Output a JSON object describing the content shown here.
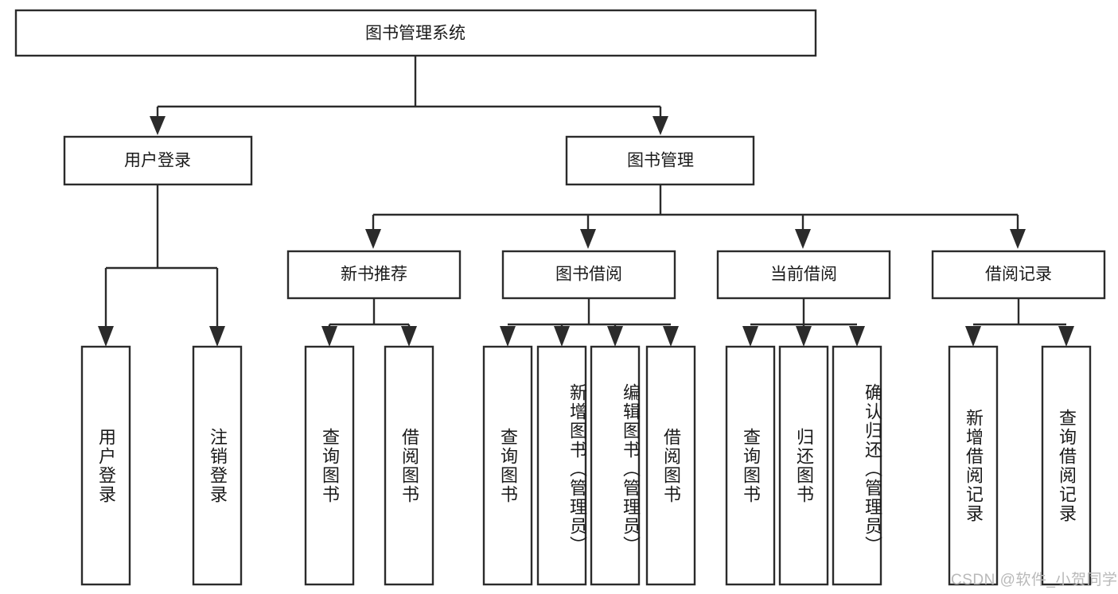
{
  "diagram": {
    "title": "图书管理系统",
    "type": "tree-hierarchy-chart",
    "accent_color": "#2b2b2b",
    "background_color": "#ffffff",
    "root": {
      "label": "图书管理系统",
      "name": "node-root-library-management-system"
    },
    "level2": [
      {
        "label": "用户登录",
        "name": "node-user-login"
      },
      {
        "label": "图书管理",
        "name": "node-book-management"
      }
    ],
    "level3": [
      {
        "label": "新书推荐",
        "name": "node-new-book-recommend"
      },
      {
        "label": "图书借阅",
        "name": "node-book-borrow"
      },
      {
        "label": "当前借阅",
        "name": "node-current-borrow"
      },
      {
        "label": "借阅记录",
        "name": "node-borrow-record"
      }
    ],
    "leaves": {
      "user_login": [
        {
          "label": "用户登录",
          "name": "leaf-user-login"
        },
        {
          "label": "注销登录",
          "name": "leaf-logout"
        }
      ],
      "new_book_recommend": [
        {
          "label": "查询图书",
          "name": "leaf-query-book-1"
        },
        {
          "label": "借阅图书",
          "name": "leaf-borrow-book-1"
        }
      ],
      "book_borrow": [
        {
          "label": "查询图书",
          "name": "leaf-query-book-2"
        },
        {
          "label": "新增图书（管理员）",
          "name": "leaf-add-book-admin"
        },
        {
          "label": "编辑图书（管理员）",
          "name": "leaf-edit-book-admin"
        },
        {
          "label": "借阅图书",
          "name": "leaf-borrow-book-2"
        }
      ],
      "current_borrow": [
        {
          "label": "查询图书",
          "name": "leaf-query-book-3"
        },
        {
          "label": "归还图书",
          "name": "leaf-return-book"
        },
        {
          "label": "确认归还（管理员）",
          "name": "leaf-confirm-return-admin"
        }
      ],
      "borrow_record": [
        {
          "label": "新增借阅记录",
          "name": "leaf-add-borrow-record"
        },
        {
          "label": "查询借阅记录",
          "name": "leaf-query-borrow-record"
        }
      ]
    },
    "watermark": "CSDN @软件_小贺同学"
  }
}
